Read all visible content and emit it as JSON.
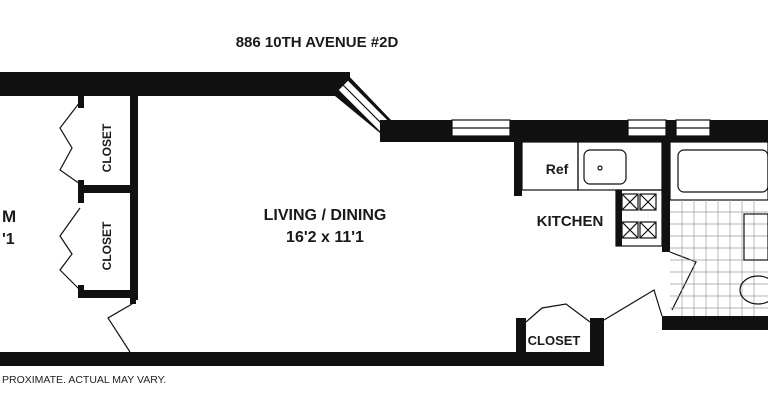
{
  "header": {
    "title": "886 10TH AVENUE #2D"
  },
  "rooms": {
    "living": {
      "name": "LIVING / DINING",
      "size": "16'2 x 11'1"
    },
    "bedroom_partial": {
      "name_fragment": "M",
      "size_fragment": "'1"
    },
    "kitchen": {
      "name": "KITCHEN"
    },
    "fridge": {
      "label": "Ref"
    },
    "closet_upper": {
      "label": "CLOSET"
    },
    "closet_lower": {
      "label": "CLOSET"
    },
    "closet_bottom": {
      "label": "CLOSET"
    }
  },
  "footer": {
    "disclaimer": "PROXIMATE. ACTUAL MAY VARY."
  }
}
